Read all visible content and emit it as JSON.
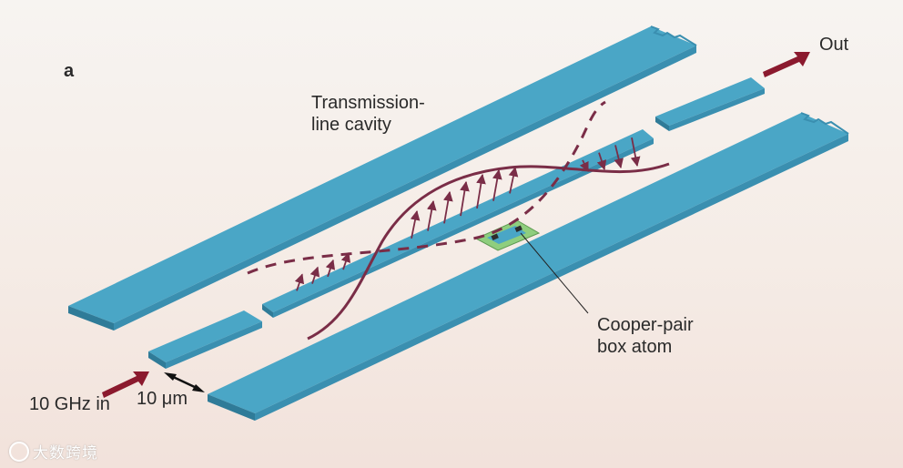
{
  "labels": {
    "panel": "a",
    "transmission_line_1": "Transmission-",
    "transmission_line_2": "line cavity",
    "out": "Out",
    "cooper_pair_1": "Cooper-pair",
    "cooper_pair_2": "box atom",
    "input_frequency": "10 GHz in",
    "gap_size": "10 μm"
  },
  "watermark": "大数跨境",
  "colors": {
    "strip_top": "#4aa6c6",
    "strip_side": "#2f7b98",
    "wave": "#7a2d47",
    "arrow": "#8b1a2e",
    "qubit": "#8fce7e"
  }
}
